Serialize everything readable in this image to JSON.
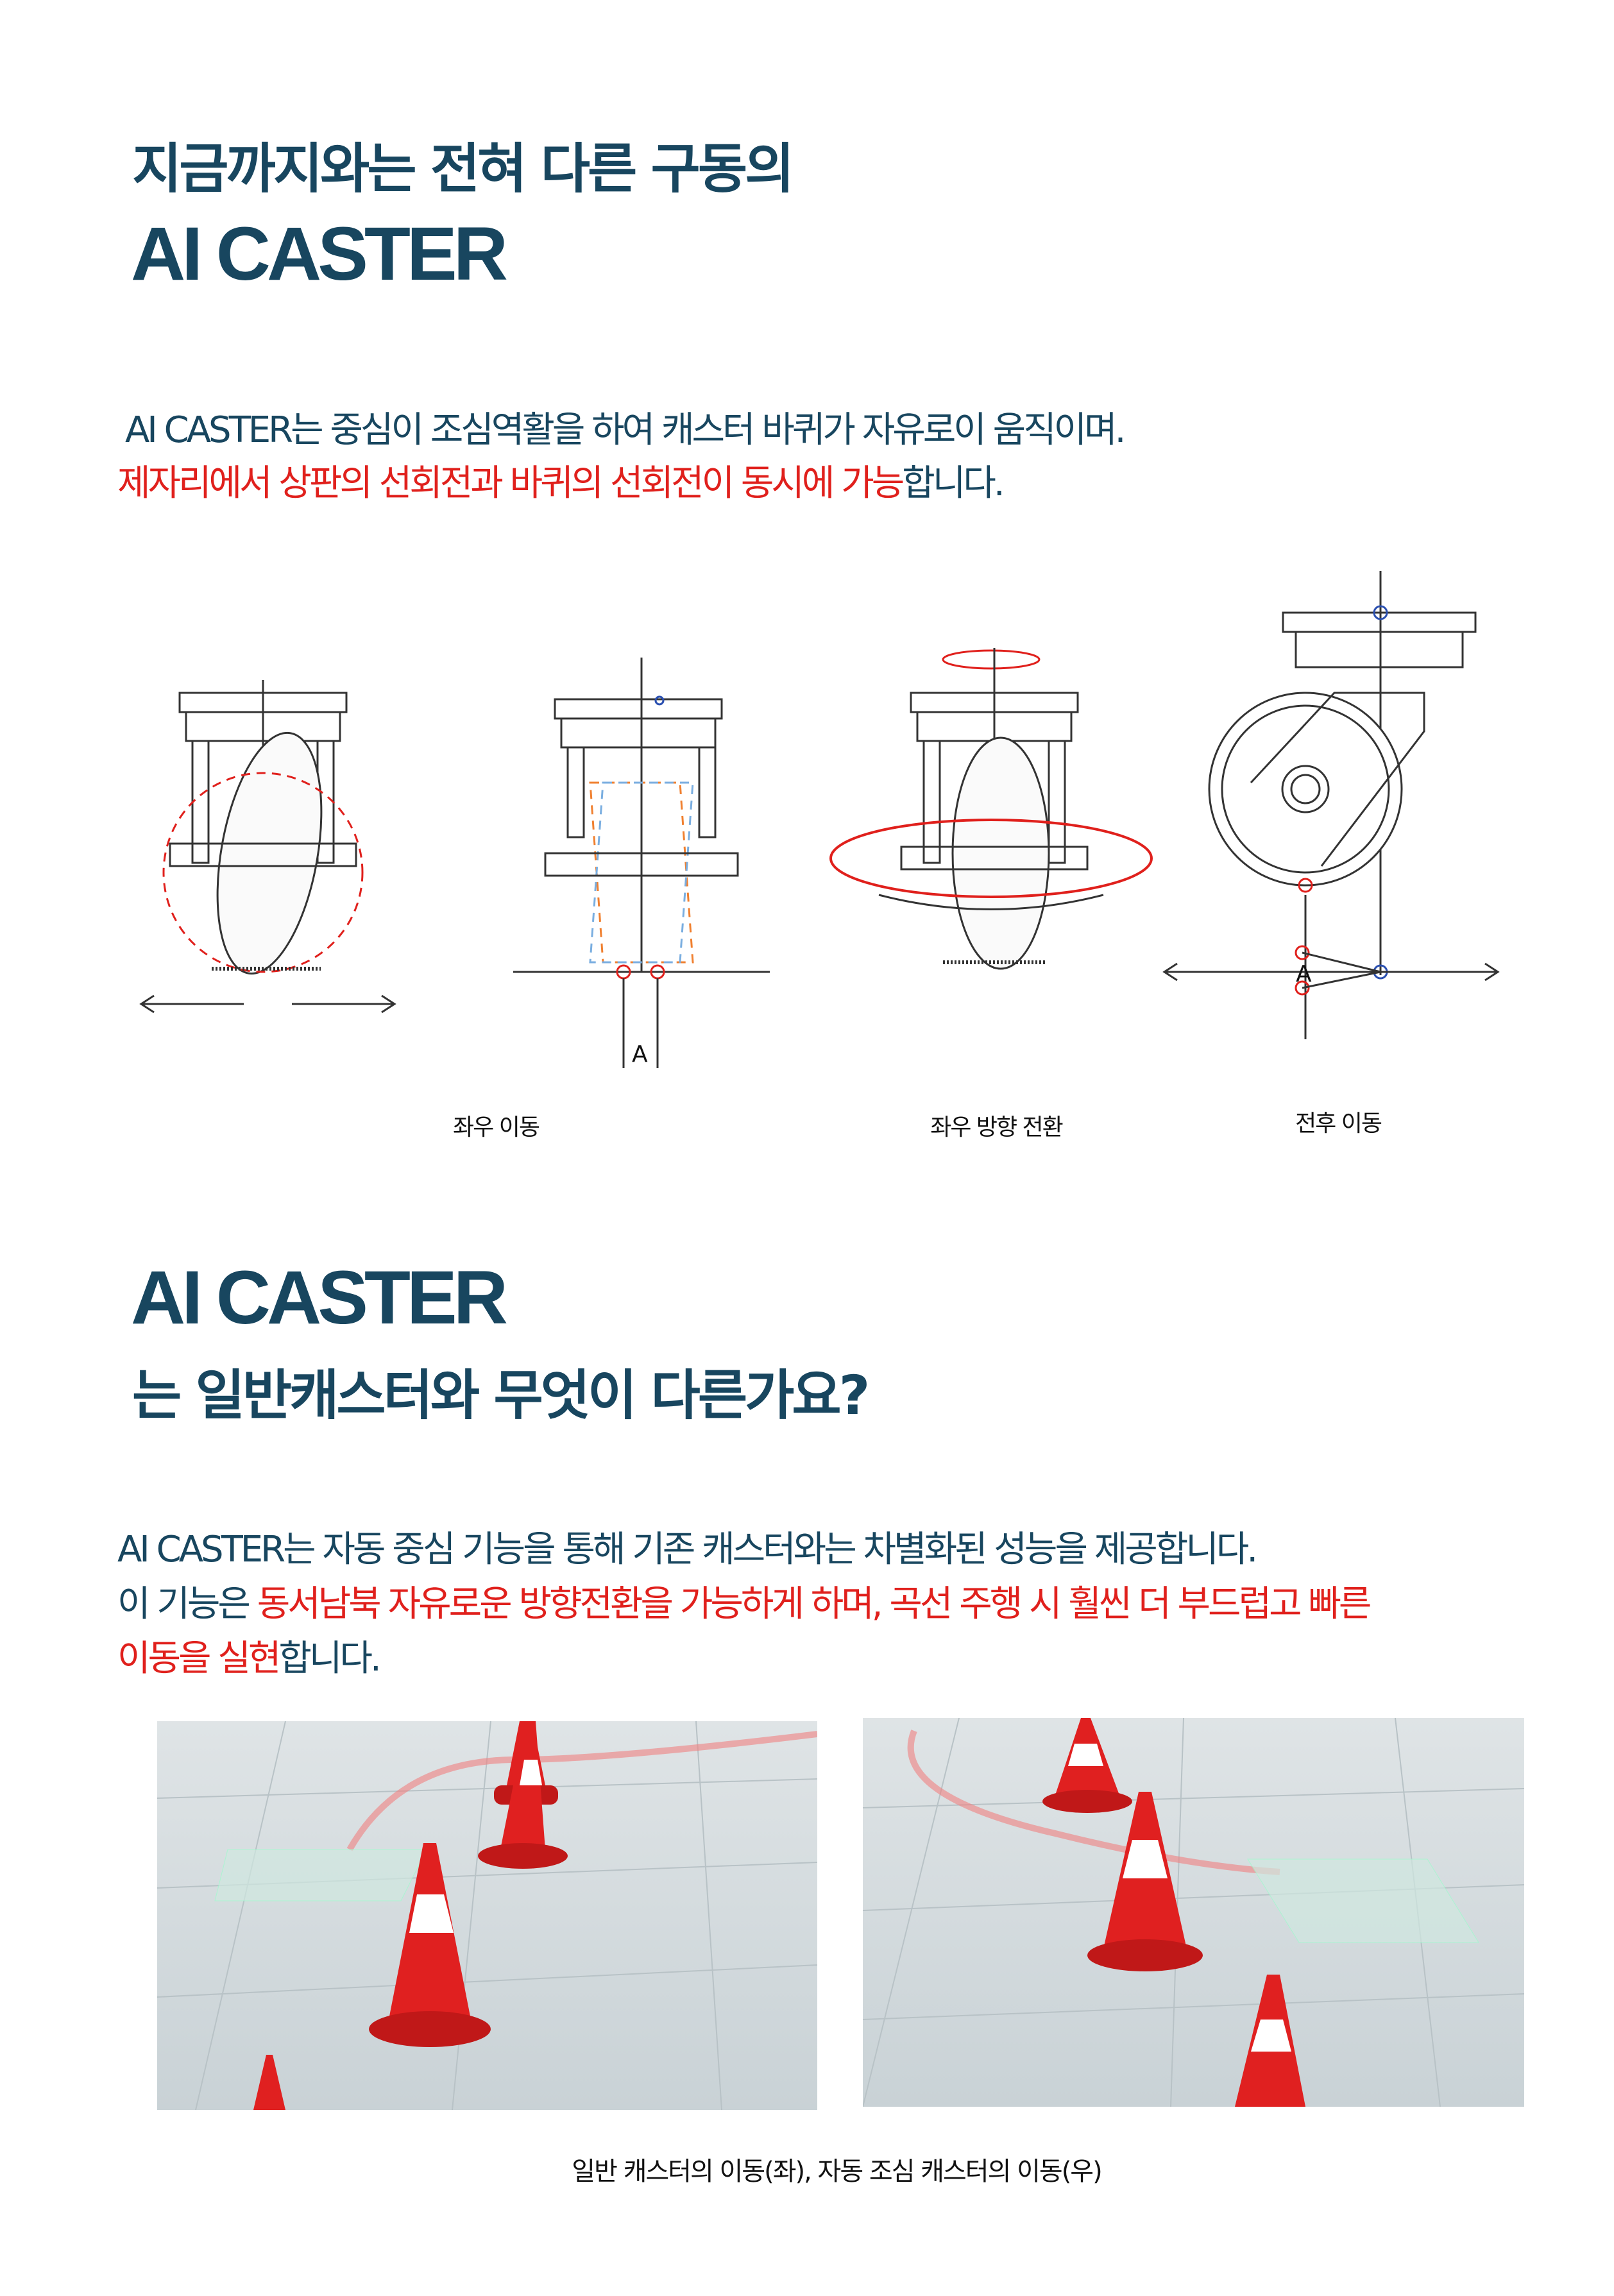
{
  "section1": {
    "subtitle": "지금까지와는 전혀 다른 구동의",
    "title": "AI CASTER",
    "para_line1": "AI CASTER는 중심이 조심역활을 하여 캐스터 바퀴가 자유로이 움직이며.",
    "para_line2_red": "제자리에서 상판의 선회전과  바퀴의 선회전이 동시에 가능",
    "para_line2_rest": "합니다."
  },
  "diagrams": {
    "label_a1": "A",
    "label_a2": "A",
    "labels": [
      "좌우 이동",
      "좌우 방향 전환",
      "전후 이동"
    ]
  },
  "section2": {
    "title": "AI CASTER",
    "subtitle": "는 일반캐스터와 무엇이 다른가요?",
    "line1": "AI CASTER는 자동 중심 기능을 통해 기존 캐스터와는 차별화된 성능을 제공합니다.",
    "line2_prefix": "이 기능은 ",
    "line2_red": "동서남북 자유로운 방향전환을 가능하게 하며, 곡선 주행 시 훨씬 더 부드럽고 빠른",
    "line3_red": "이동을 실현",
    "line3_rest": "합니다.",
    "caption": "일반 캐스터의 이동(좌), 자동 조심 캐스터의 이동(우)"
  },
  "colors": {
    "navy": "#18465f",
    "red": "#e0201c"
  }
}
